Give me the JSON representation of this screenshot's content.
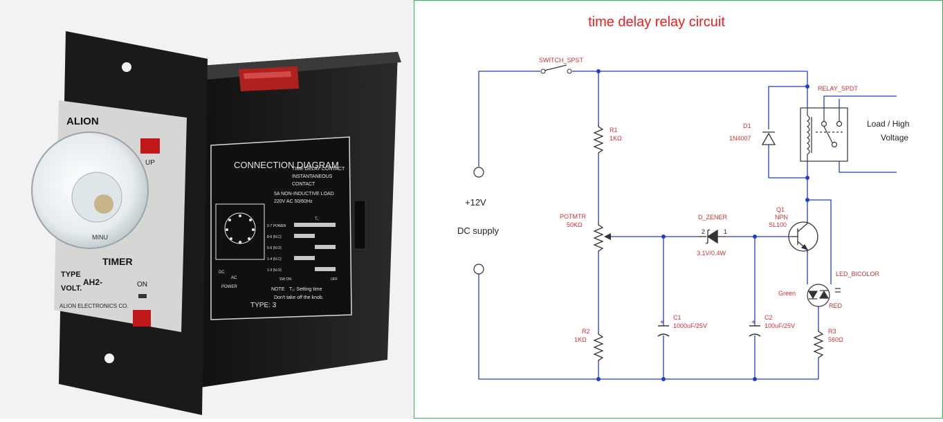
{
  "photo": {
    "brand": "ALION",
    "up_label": "UP",
    "dial_scale": "MINU",
    "timer_label": "TIMER",
    "type_label": "TYPE",
    "type_value": "AH2-",
    "volt_label": "VOLT.",
    "on_label": "ON",
    "maker": "ALION ELECTRONICS CO.",
    "diagram_title": "CONNECTION DIAGRAM",
    "legend_time_delay": "TIME DELAY CONTACT",
    "legend_instant_1": "INSTANTANEOUS",
    "legend_instant_2": "CONTACT",
    "rating_1": "5A NON-INDUCTIVE LOAD",
    "rating_2": "220V AC 50/60Hz",
    "t1": "T₁",
    "row_labels": [
      "2-7 POWER",
      "8-6 (N.C)",
      "5-6 (N.O)",
      "1-4 (N.C)",
      "1-3 (N.O)"
    ],
    "sw_on": "SW ON",
    "off": "OFF",
    "note_label": "NOTE",
    "note_1": "T₁: Setting time",
    "note_2": "Don't take off the knob.",
    "dc": "DC",
    "ac": "AC",
    "power": "POWER",
    "type_code": "TYPE: 3"
  },
  "circuit": {
    "title": "time delay relay circuit",
    "supply_voltage": "+12V",
    "supply_label": "DC supply",
    "switch": "SWITCH_SPST",
    "r1_name": "R1",
    "r1_value": "1KΩ",
    "r2_name": "R2",
    "r2_value": "1KΩ",
    "r3_name": "R3",
    "r3_value": "560Ω",
    "pot_name": "POTMTR",
    "pot_value": "50KΩ",
    "zener_name": "D_ZENER",
    "zener_pin2": "2",
    "zener_pin1": "1",
    "zener_value": "3.1V/0.4W",
    "c1_name": "C1",
    "c1_value": "1000uF/25V",
    "c2_name": "C2",
    "c2_value": "100uF/25V",
    "q1_name": "Q1",
    "q1_type": "NPN",
    "q1_part": "SL100",
    "d1_name": "D1",
    "d1_part": "1N4007",
    "relay": "RELAY_SPDT",
    "load_1": "Load / High",
    "load_2": "Voltage",
    "led": "LED_BICOLOR",
    "led_green": "Green",
    "led_red": "RED"
  },
  "colors": {
    "wire": "#1f3fc8",
    "label_red": "#c83232",
    "title_red": "#e8201c",
    "panel_border": "#2db84a"
  }
}
